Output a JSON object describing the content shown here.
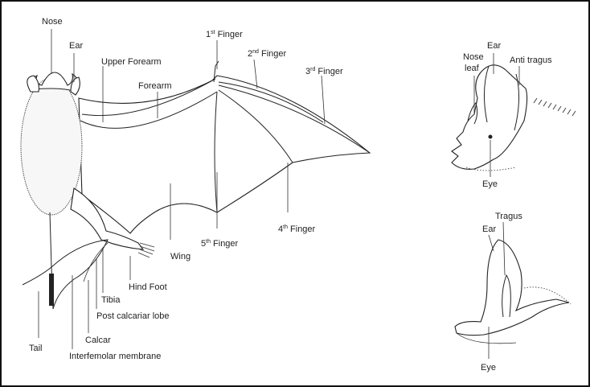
{
  "labels": {
    "nose": "Nose",
    "ear": "Ear",
    "upper_forearm": "Upper Forearm",
    "forearm": "Forearm",
    "finger1_num": "1",
    "finger1_sup": "st",
    "finger1_word": "Finger",
    "finger2_num": "2",
    "finger2_sup": "nd",
    "finger2_word": "Finger",
    "finger3_num": "3",
    "finger3_sup": "rd",
    "finger3_word": "Finger",
    "finger4_num": "4",
    "finger4_sup": "th",
    "finger4_word": "Finger",
    "finger5_num": "5",
    "finger5_sup": "th",
    "finger5_word": "Finger",
    "wing": "Wing",
    "hind_foot": "Hind Foot",
    "tibia": "Tibia",
    "post_calcariar_lobe": "Post calcariar lobe",
    "calcar": "Calcar",
    "tail": "Tail",
    "interfemoral_membrane": "Interfemolar membrane",
    "head_nose": "Nose",
    "head_leaf": "leaf",
    "head_ear": "Ear",
    "head_anti_tragus": "Anti tragus",
    "head_eye": "Eye",
    "head2_tragus": "Tragus",
    "head2_ear": "Ear",
    "head2_eye": "Eye"
  },
  "colors": {
    "line": "#222222",
    "background": "#ffffff",
    "border": "#111111"
  }
}
